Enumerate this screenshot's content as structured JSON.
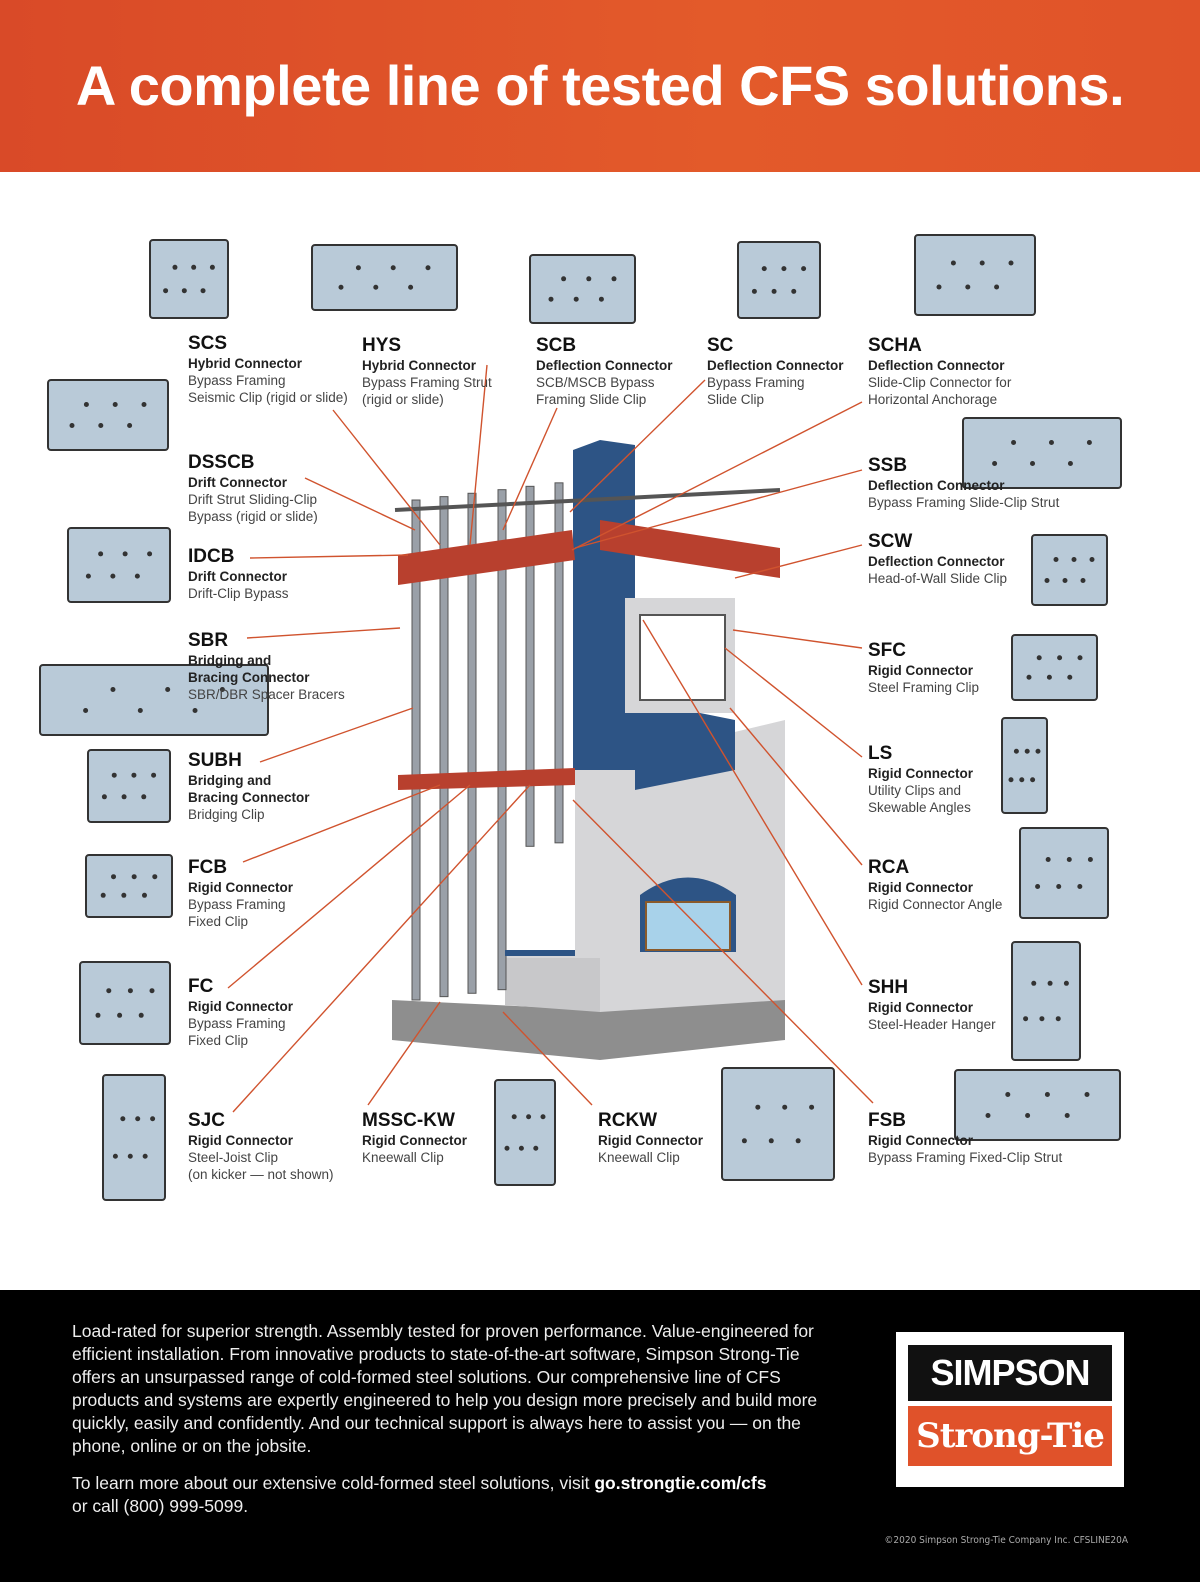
{
  "header": {
    "title": "A complete line of tested CFS solutions."
  },
  "products": [
    {
      "code": "SCS",
      "type": "Hybrid Connector",
      "desc": "Bypass Framing\nSeismic Clip (rigid or slide)"
    },
    {
      "code": "HYS",
      "type": "Hybrid Connector",
      "desc": "Bypass Framing Strut\n(rigid or slide)"
    },
    {
      "code": "SCB",
      "type": "Deflection Connector",
      "desc": "SCB/MSCB Bypass\nFraming Slide Clip"
    },
    {
      "code": "SC",
      "type": "Deflection Connector",
      "desc": "Bypass Framing\nSlide Clip"
    },
    {
      "code": "SCHA",
      "type": "Deflection Connector",
      "desc": "Slide-Clip Connector for\nHorizontal Anchorage"
    },
    {
      "code": "DSSCB",
      "type": "Drift Connector",
      "desc": "Drift Strut Sliding-Clip\nBypass (rigid or slide)"
    },
    {
      "code": "IDCB",
      "type": "Drift Connector",
      "desc": "Drift-Clip Bypass"
    },
    {
      "code": "SBR",
      "type": "Bridging and\nBracing Connector",
      "desc": "SBR/DBR  Spacer Bracers"
    },
    {
      "code": "SUBH",
      "type": "Bridging and\nBracing Connector",
      "desc": "Bridging Clip"
    },
    {
      "code": "FCB",
      "type": "Rigid Connector",
      "desc": "Bypass Framing\nFixed Clip"
    },
    {
      "code": "FC",
      "type": "Rigid Connector",
      "desc": "Bypass Framing\nFixed Clip"
    },
    {
      "code": "SJC",
      "type": "Rigid Connector",
      "desc": "Steel-Joist Clip\n(on kicker — not shown)"
    },
    {
      "code": "MSSC-KW",
      "type": "Rigid Connector",
      "desc": "Kneewall Clip"
    },
    {
      "code": "RCKW",
      "type": "Rigid Connector",
      "desc": "Kneewall Clip"
    },
    {
      "code": "FSB",
      "type": "Rigid Connector",
      "desc": "Bypass Framing Fixed-Clip Strut"
    },
    {
      "code": "SSB",
      "type": "Deflection Connector",
      "desc": "Bypass Framing Slide-Clip Strut"
    },
    {
      "code": "SCW",
      "type": "Deflection Connector",
      "desc": "Head-of-Wall Slide Clip"
    },
    {
      "code": "SFC",
      "type": "Rigid Connector",
      "desc": "Steel Framing Clip"
    },
    {
      "code": "LS",
      "type": "Rigid Connector",
      "desc": "Utility Clips and\nSkewable Angles"
    },
    {
      "code": "RCA",
      "type": "Rigid Connector",
      "desc": "Rigid Connector Angle"
    },
    {
      "code": "SHH",
      "type": "Rigid Connector",
      "desc": "Steel-Header Hanger"
    }
  ],
  "footer": {
    "paragraph": "Load-rated for superior strength. Assembly tested for proven performance. Value-engineered for efficient installation. From innovative products to state-of-the-art software, Simpson Strong-Tie offers an unsurpassed range of cold-formed steel solutions. Our comprehensive line of CFS products and systems are expertly engineered to help you design more precisely and build more quickly, easily and confidently. And our technical support is always here to assist you — on the phone, online or on the jobsite.",
    "cta_prefix": "To learn more about our extensive cold-formed steel solutions, visit ",
    "cta_link": "go.strongtie.com/cfs",
    "cta_suffix": "or call (800) 999-5099.",
    "logo_top": "SIMPSON",
    "logo_bottom": "Strong-Tie",
    "copyright": "©2020 Simpson Strong-Tie Company Inc.  CFSLINE20A"
  },
  "colors": {
    "accent": "#e0522a",
    "steel": "#b9cad8",
    "beam": "#b8402e",
    "panel": "#2d5485"
  }
}
